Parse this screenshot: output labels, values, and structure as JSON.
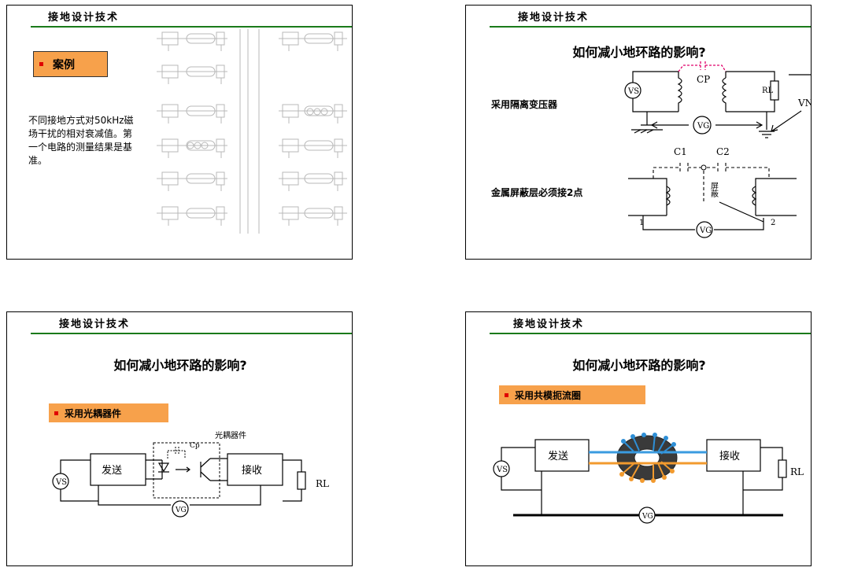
{
  "header_title": "接地设计技术",
  "slides": {
    "s1": {
      "case_label": "案例",
      "description": "不同接地方式对50kHz磁场干扰的相对衰减值。第一个电路的测量结果是基准。"
    },
    "s2": {
      "title": "如何减小地环路的影响?",
      "isolation_label": "采用隔离变压器",
      "shield_label": "金属屏蔽层必须接2点",
      "circuit_labels": {
        "vs": "VS",
        "cp": "CP",
        "rl": "RL",
        "vn": "VN",
        "vg": "VG",
        "c1": "C1",
        "c2": "C2",
        "shield_text": "屏蔽",
        "node_1": "1",
        "node_2": "2"
      }
    },
    "s3": {
      "title": "如何减小地环路的影响?",
      "opto_tag": "采用光耦器件",
      "opto_caption": "光耦器件",
      "send": "发送",
      "receive": "接收",
      "cp": "Cp",
      "vs": "VS",
      "vg": "VG",
      "rl": "RL"
    },
    "s4": {
      "title": "如何减小地环路的影响?",
      "choke_tag": "采用共模扼流圈",
      "send": "发送",
      "receive": "接收",
      "vs": "VS",
      "vg": "VG",
      "rl": "RL"
    }
  },
  "colors": {
    "header_line": "#1a7a1a",
    "tag_orange": "#f7a14b",
    "bullet_red": "#e00000",
    "cp_pink": "#e0006a",
    "toroid_blue": "#2e8fd6",
    "wire_blue": "#3a9be0",
    "wire_orange": "#f29a2e"
  }
}
